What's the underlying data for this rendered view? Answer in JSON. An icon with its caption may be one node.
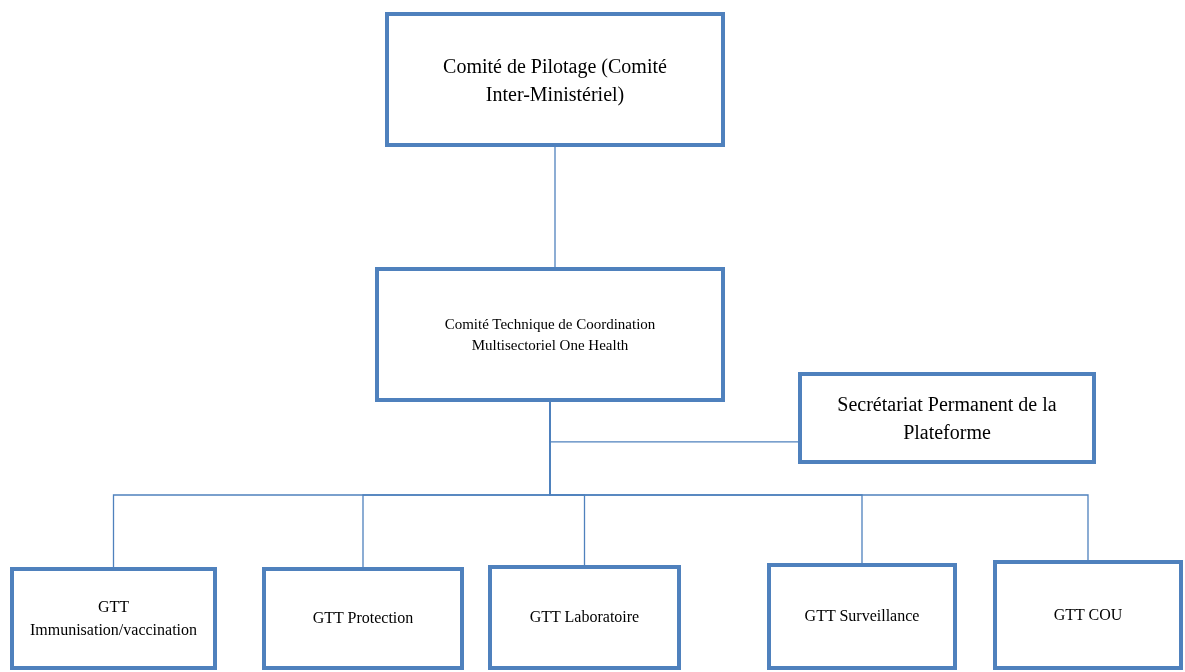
{
  "diagram": {
    "nodes": [
      {
        "text": [
          "Comité de Pilotage (Comité Inter-Ministériel)"
        ]
      },
      {
        "text": [
          "Comité Technique de Coordination Multisectoriel One Health"
        ]
      },
      {
        "text": [
          "Secrétariat Permanent de la Plateforme"
        ]
      },
      {
        "text": [
          "GTT Immunisation/vaccination"
        ]
      },
      {
        "text": [
          "GTT Protection"
        ]
      },
      {
        "text": [
          "GTT Laboratoire"
        ]
      },
      {
        "text": [
          "GTT Surveillance"
        ]
      },
      {
        "text": [
          "GTT COU"
        ]
      }
    ],
    "edges": [
      {
        "from": 0,
        "to": 1,
        "arrow": "none"
      },
      {
        "from": 1,
        "to": 2,
        "arrow": "none"
      },
      {
        "from": 1,
        "to": 3,
        "arrow": "none"
      },
      {
        "from": 1,
        "to": 4,
        "arrow": "none"
      },
      {
        "from": 1,
        "to": 5,
        "arrow": "none"
      },
      {
        "from": 1,
        "to": 6,
        "arrow": "none"
      },
      {
        "from": 1,
        "to": 7,
        "arrow": "none"
      }
    ]
  }
}
